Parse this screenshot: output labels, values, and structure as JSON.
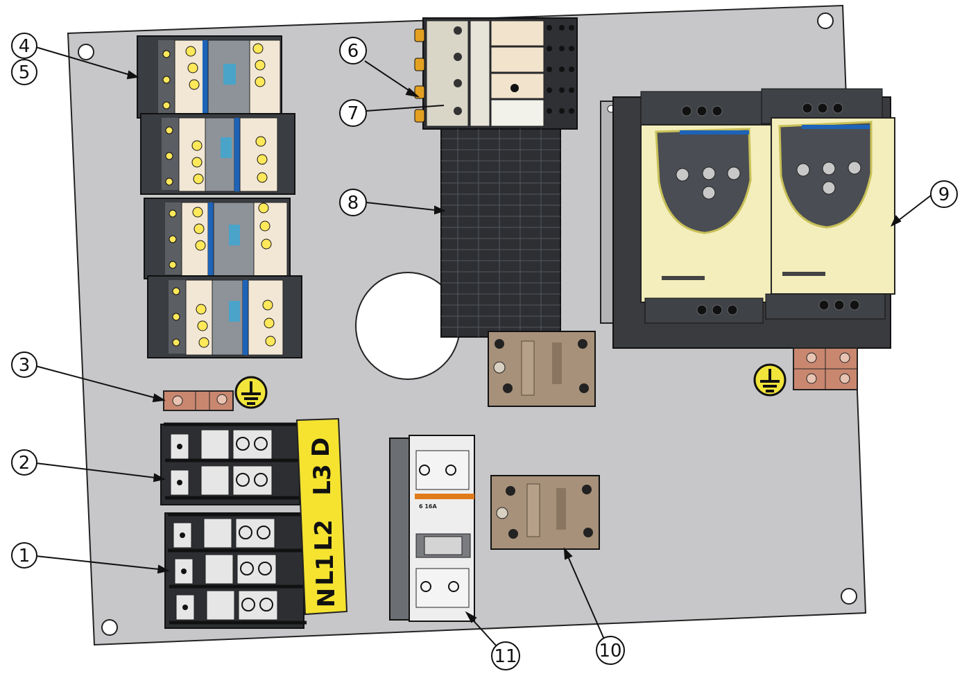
{
  "callouts": [
    {
      "id": "c4",
      "label": "4"
    },
    {
      "id": "c5",
      "label": "5"
    },
    {
      "id": "c6",
      "label": "6"
    },
    {
      "id": "c7",
      "label": "7"
    },
    {
      "id": "c8",
      "label": "8"
    },
    {
      "id": "c3",
      "label": "3"
    },
    {
      "id": "c9",
      "label": "9"
    },
    {
      "id": "c2",
      "label": "2"
    },
    {
      "id": "c1",
      "label": "1"
    },
    {
      "id": "c11",
      "label": "11"
    },
    {
      "id": "c10",
      "label": "10"
    }
  ],
  "terminal_labels": {
    "d": "D",
    "l3": "L3",
    "l2": "L2",
    "l1": "L1",
    "n": "N"
  },
  "breaker_rating": "6 16A",
  "colors": {
    "panel": "#c7c7c9",
    "contactor_face": "#f2e7d5",
    "contactor_blue": "#1d63b8",
    "drive_yellow": "#f3eebb",
    "drive_dark": "#3f4247",
    "terminal_yellow": "#f5e330",
    "copper": "#c98770",
    "ssr_tan": "#a7917a",
    "orange": "#e3a021",
    "earth_yellow": "#f1e43a"
  }
}
